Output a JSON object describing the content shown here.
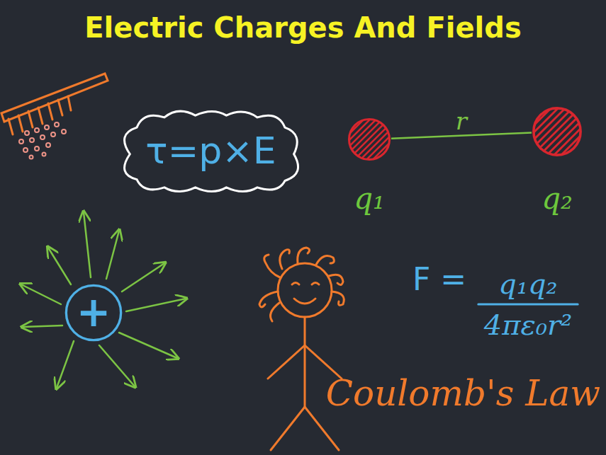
{
  "diagram": {
    "title": "Electric Charges And Fields",
    "nodes": [
      {
        "text": [
          "τ=p×E"
        ]
      },
      {
        "text": [
          "q₁"
        ]
      },
      {
        "text": [
          "q₂"
        ]
      },
      {
        "text": [
          "+"
        ]
      }
    ],
    "edges": [
      {
        "from": 1,
        "to": 2,
        "arrow": "none",
        "label": "r"
      }
    ],
    "labels": [
      "F =",
      "q₁q₂",
      "4πε₀r²",
      "Coulomb's Law"
    ]
  }
}
